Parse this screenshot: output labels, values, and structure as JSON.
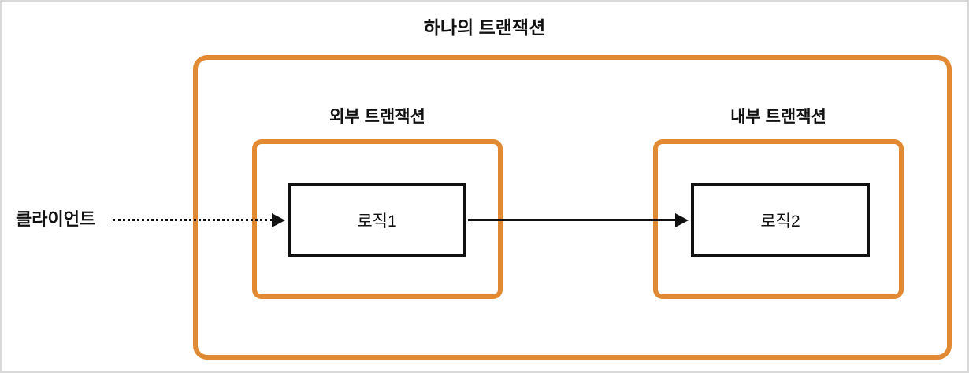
{
  "diagram": {
    "title": "하나의 트랜잭션",
    "outer_transaction_label": "외부 트랜잭션",
    "inner_transaction_label": "내부 트랜잭션",
    "logic1_label": "로직1",
    "logic2_label": "로직2",
    "client_label": "클라이언트",
    "colors": {
      "transaction_border_orange": "#e28a33",
      "frame_border_gray": "#d9d9d9",
      "line_black": "#111111"
    }
  }
}
